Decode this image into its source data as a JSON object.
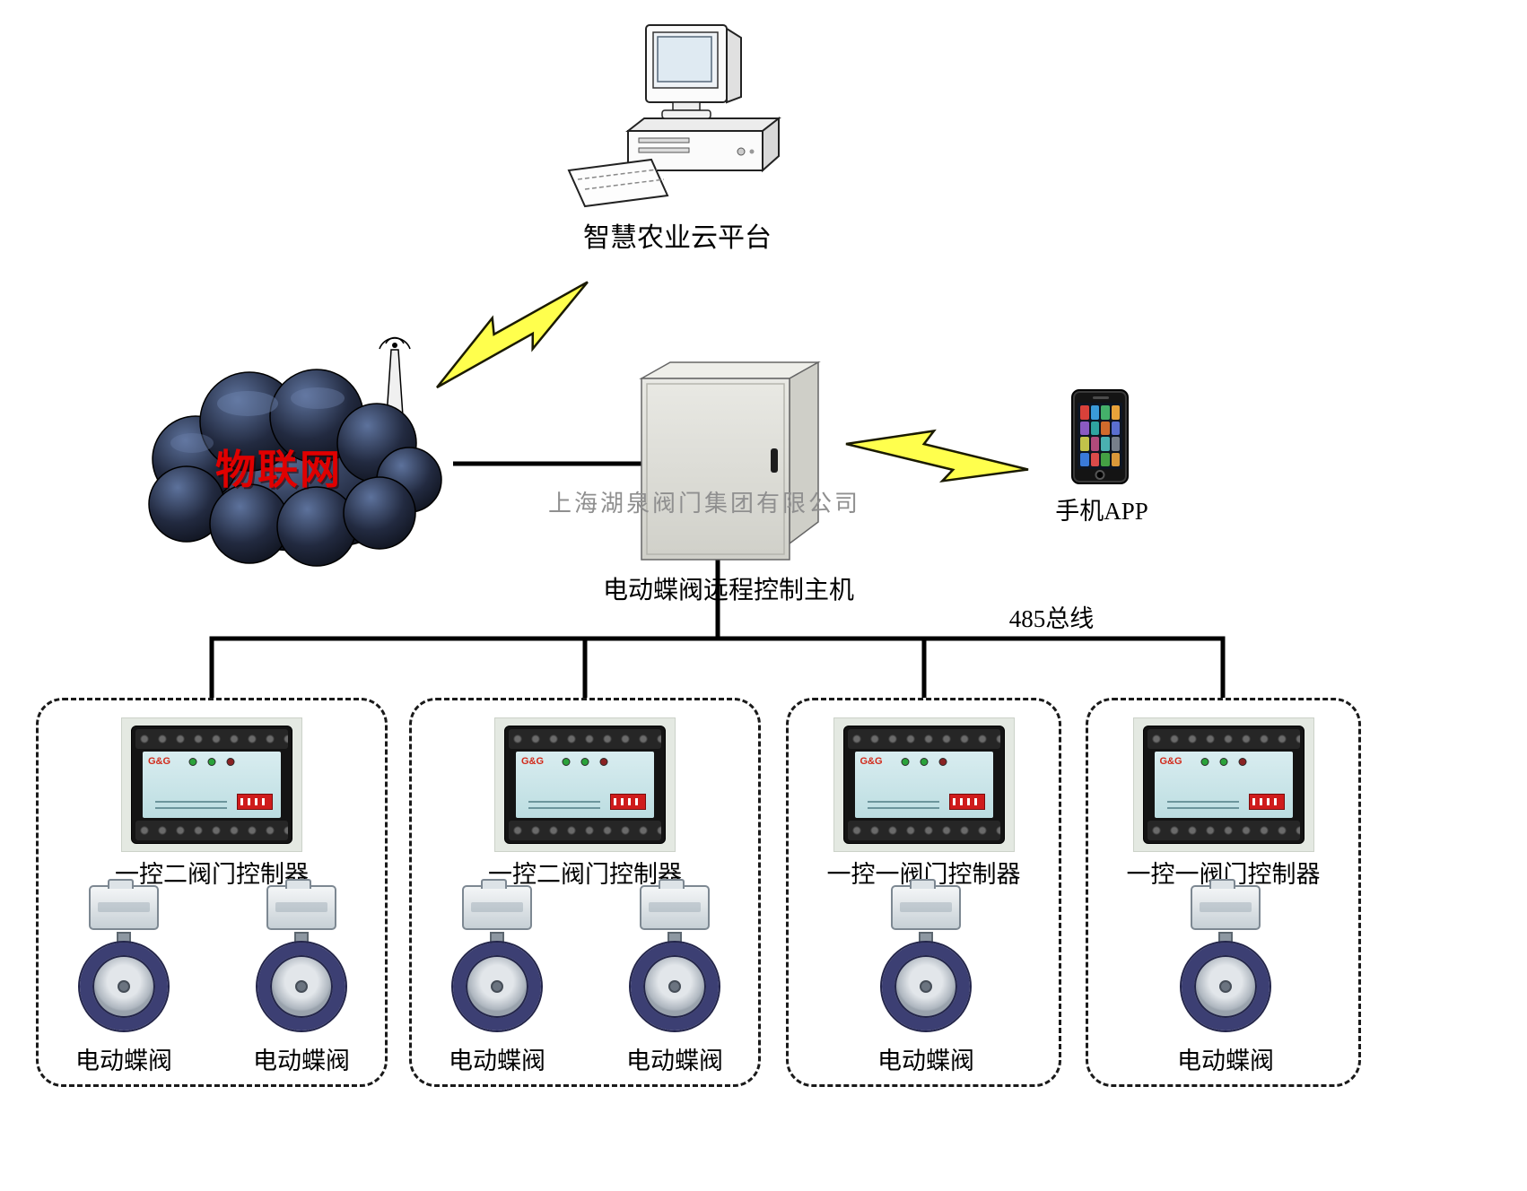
{
  "diagram": {
    "cloud_platform_label": "智慧农业云平台",
    "iot_label": "物联网",
    "host_label": "电动蝶阀远程控制主机",
    "host_watermark": "上海湖泉阀门集团有限公司",
    "phone_label": "手机APP",
    "bus_label": "485总线"
  },
  "controller_device": {
    "logo": "G&G"
  },
  "groups": [
    {
      "controller_label": "一控二阀门控制器",
      "valve_labels": [
        "电动蝶阀",
        "电动蝶阀"
      ]
    },
    {
      "controller_label": "一控二阀门控制器",
      "valve_labels": [
        "电动蝶阀",
        "电动蝶阀"
      ]
    },
    {
      "controller_label": "一控一阀门控制器",
      "valve_labels": [
        "电动蝶阀"
      ]
    },
    {
      "controller_label": "一控一阀门控制器",
      "valve_labels": [
        "电动蝶阀"
      ]
    }
  ],
  "colors": {
    "iot_label_color": "#e00000",
    "lightning_fill": "#ffff4d",
    "line_color": "#000000",
    "cloud_fill": "#1a2030",
    "controller_panel": "#cfe7ea"
  }
}
